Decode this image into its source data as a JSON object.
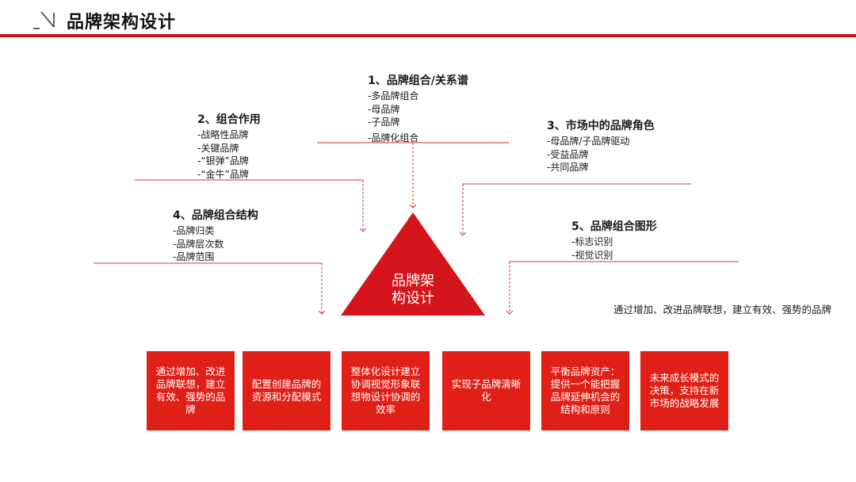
{
  "header": {
    "title": "品牌架构设计"
  },
  "sections": [
    {
      "heading": "1、品牌组合/关系谱",
      "items": [
        "-多品牌组合",
        "-母品牌",
        "-子品牌",
        "-品牌化组合"
      ]
    },
    {
      "heading": "2、组合作用",
      "items": [
        "-战略性品牌",
        "-关键品牌",
        "-“银弹”品牌",
        "-“金牛”品牌"
      ]
    },
    {
      "heading": "3、市场中的品牌角色",
      "items": [
        "-母品牌/子品牌驱动",
        "-受益品牌",
        "-共同品牌"
      ]
    },
    {
      "heading": "4、品牌组合结构",
      "items": [
        "-品牌归类",
        "-品牌层次数",
        "-品牌范围"
      ]
    },
    {
      "heading": "5、品牌组合图形",
      "items": [
        "-标志识别",
        "-视觉识别"
      ]
    }
  ],
  "center": {
    "line1": "品牌架",
    "line2": "构设计"
  },
  "note": "通过增加、改进品牌联想，建立有效、强势的品牌",
  "boxes": [
    "通过增加、改进品牌联想，建立有效、强势的品牌",
    "配置创建品牌的资源和分配模式",
    "整体化设计建立协调视觉形象联想物设计协调的效率",
    "实现子品牌清晰化",
    "平衡品牌资产：提供一个能把握品牌延伸机会的结构和原则",
    "未来成长模式的决策，支持在新市场的战略发展"
  ],
  "colors": {
    "accent": "#c8141c",
    "box": "#e02017",
    "triangle": "#d4151b"
  }
}
